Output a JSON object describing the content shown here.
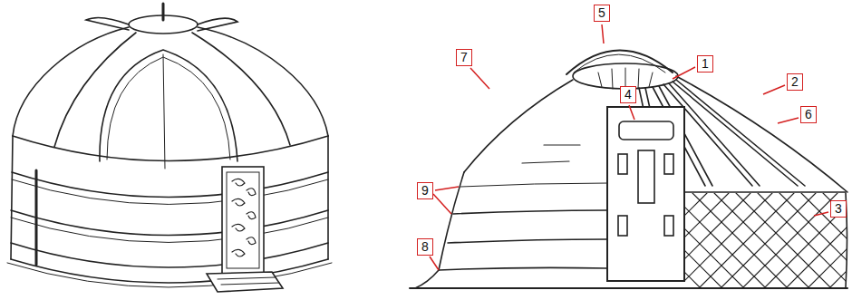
{
  "diagram": {
    "labels": [
      "5",
      "1",
      "7",
      "2",
      "4",
      "6",
      "3",
      "9",
      "8"
    ]
  }
}
